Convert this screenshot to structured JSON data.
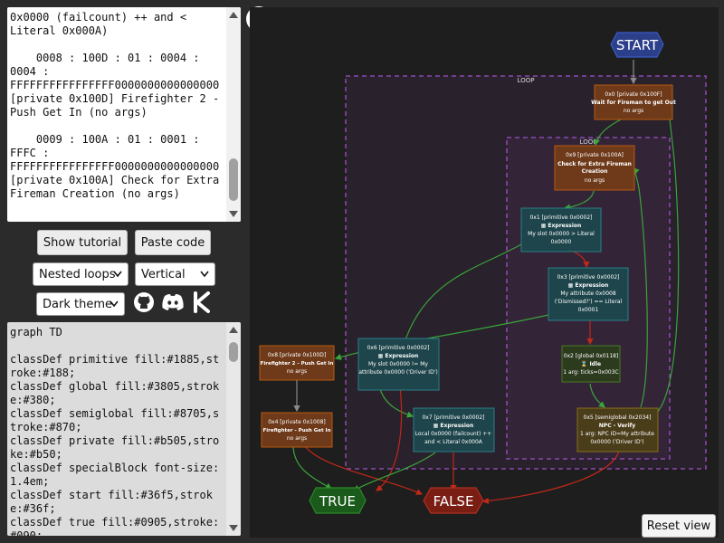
{
  "code_panel": {
    "text": "0x0000 (failcount) ++ and <\nLiteral 0x000A)\n\n    0008 : 100D : 01 : 0004 :\n0004 :\nFFFFFFFFFFFFFFFF0000000000000000\n[private 0x100D] Firefighter 2 -\nPush Get In (no args)\n\n    0009 : 100A : 01 : 0001 :\nFFFC :\nFFFFFFFFFFFFFFFF0000000000000000\n[private 0x100A] Check for Extra\nFireman Creation (no args)"
  },
  "buttons": {
    "show_tutorial": "Show tutorial",
    "paste_code": "Paste code",
    "reset_view": "Reset view",
    "help": "?"
  },
  "selects": {
    "loops": "Nested loops",
    "direction": "Vertical",
    "theme": "Dark theme"
  },
  "icons": [
    "github-icon",
    "discord-icon",
    "ko-fi-icon"
  ],
  "mermaid_panel": {
    "text": "graph TD\n\nclassDef primitive fill:#1885,stroke:#188;\nclassDef global fill:#3805,stroke:#380;\nclassDef semiglobal fill:#8705,stroke:#870;\nclassDef private fill:#b505,stroke:#b50;\nclassDef specialBlock font-size:1.4em;\nclassDef start fill:#36f5,stroke:#36f;\nclassDef true fill:#0905,stroke:#090;"
  },
  "graph": {
    "start": "START",
    "true_label": "TRUE",
    "false_label": "FALSE",
    "loop_outer": "LOOP",
    "loop_inner": "LOOP",
    "nodes": {
      "n0": {
        "l1": "0x0 [private 0x100F]",
        "l2": "Wait for Fireman to get Out",
        "l3": "no args"
      },
      "n9": {
        "l1": "0x9 [private 0x100A]",
        "l2": "Check for Extra Fireman",
        "l2b": "Creation",
        "l3": "no args"
      },
      "n1": {
        "l1": "0x1 [primitive 0x0002]",
        "l2": "▦ Expression",
        "l3": "My slot 0x0000 > Literal",
        "l4": "0x0000"
      },
      "n3": {
        "l1": "0x3 [primitive 0x0002]",
        "l2": "▦ Expression",
        "l3": "My attribute 0x0008",
        "l4": "('Dismissed?') == Literal",
        "l5": "0x0001"
      },
      "n2": {
        "l1": "0x2 [global 0x0118]",
        "l2": "⌛ Idle",
        "l3": "1 arg: ticks=0x003C"
      },
      "n5": {
        "l1": "0x5 [semiglobal 0x2034]",
        "l2": "NPC - Verify",
        "l3": "1 arg: NPC ID=My attribute",
        "l4": "0x0000 ('Driver ID')"
      },
      "n6": {
        "l1": "0x6 [primitive 0x0002]",
        "l2": "▦ Expression",
        "l3": "My slot 0x0000 != My",
        "l4": "attribute 0x0000 ('Driver ID')"
      },
      "n7": {
        "l1": "0x7 [primitive 0x0002]",
        "l2": "▦ Expression",
        "l3": "Local 0x0000 (failcount) ++",
        "l4": "and < Literal 0x000A"
      },
      "n8": {
        "l1": "0x8 [private 0x100D]",
        "l2": "Firefighter 2 - Push Get In",
        "l3": "no args"
      },
      "n4": {
        "l1": "0x4 [private 0x1008]",
        "l2": "Firefighter - Push Get In",
        "l3": "no args"
      }
    }
  },
  "colors": {
    "private_fill": "#6e3a1a",
    "private_stroke": "#b85a10",
    "primitive_fill": "#1d454b",
    "primitive_stroke": "#2a7f88",
    "global_fill": "#2c3a1e",
    "global_stroke": "#4a7a22",
    "semiglobal_fill": "#4a3d1a",
    "semiglobal_stroke": "#8a7016",
    "start": "#2b3f8a",
    "true": "#1a5a1a",
    "false": "#7a1e14",
    "loop": "#a050c8",
    "edge_green": "#3aa43a",
    "edge_red": "#c02818",
    "edge_gray": "#8a8a8a"
  }
}
